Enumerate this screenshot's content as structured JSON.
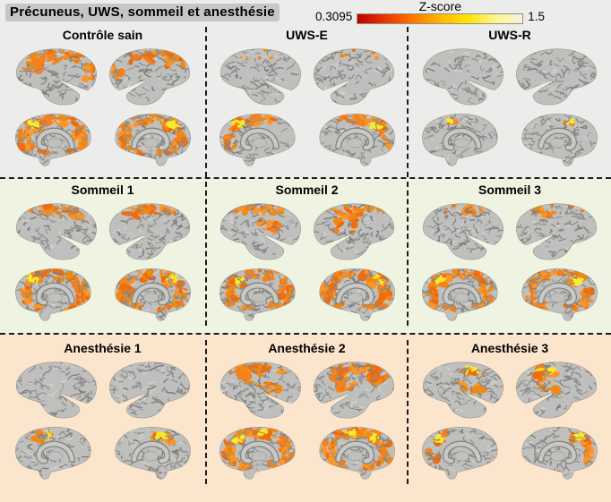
{
  "title": "Précuneus, UWS, sommeil et anesthésie",
  "colorbar": {
    "label": "Z-score",
    "min": "0.3095",
    "max": "1.5",
    "gradient": [
      "#c00000",
      "#e93500",
      "#ff7300",
      "#ffb600",
      "#ffe400",
      "#fdf48a",
      "#f6f3e2"
    ]
  },
  "palette": {
    "row1_bg": "#ececea",
    "row2_bg": "#eff3e1",
    "row3_bg": "#fbe5cd",
    "dash": "#1c1c1c",
    "title_highlight": "#c6c6c6",
    "brain_base": "#bfbfbd",
    "brain_sulci": "#84848a",
    "activation_orange": "#f5811c",
    "activation_deep": "#ee6d0e",
    "activation_yellow": "#f8ec2e"
  },
  "grid": {
    "rows": [
      {
        "bg": "#ececea",
        "panels": [
          {
            "label": "Contrôle sain",
            "lateral": [
              [
                "frontal",
                1
              ],
              [
                "frontal_sup",
                1
              ],
              [
                "parietal",
                1
              ],
              [
                "occipital",
                1
              ],
              [
                "scatter",
                2
              ]
            ],
            "medial": [
              [
                "widespread",
                1
              ],
              [
                "precuneus",
                2
              ],
              [
                "anterior",
                1
              ],
              [
                "occipital",
                1
              ]
            ]
          },
          {
            "label": "UWS-E",
            "lateral": [
              [
                "scatter",
                1
              ]
            ],
            "medial": [
              [
                "superior",
                1
              ],
              [
                "precuneus",
                2
              ],
              [
                "occipital",
                1
              ]
            ]
          },
          {
            "label": "UWS-R",
            "lateral": [],
            "medial": [
              [
                "focal_superior",
                2
              ]
            ]
          }
        ]
      },
      {
        "bg": "#eff3e1",
        "panels": [
          {
            "label": "Sommeil 1",
            "lateral": [
              [
                "frontal_sup",
                1
              ],
              [
                "parietal",
                1
              ],
              [
                "scatter",
                1
              ]
            ],
            "medial": [
              [
                "widespread",
                1
              ],
              [
                "precuneus",
                2
              ],
              [
                "anterior",
                1
              ]
            ]
          },
          {
            "label": "Sommeil 2",
            "lateral": [
              [
                "supramarginal",
                1
              ],
              [
                "parietal",
                1
              ],
              [
                "frontal_sup",
                1
              ],
              [
                "scatter",
                1
              ]
            ],
            "medial": [
              [
                "widespread",
                1
              ],
              [
                "precuneus",
                2
              ],
              [
                "anterior",
                1
              ],
              [
                "occipital",
                1
              ]
            ]
          },
          {
            "label": "Sommeil 3",
            "lateral": [
              [
                "parietal",
                1
              ],
              [
                "scatter",
                1
              ]
            ],
            "medial": [
              [
                "widespread",
                1
              ],
              [
                "precuneus",
                2
              ],
              [
                "occipital",
                1
              ]
            ]
          }
        ]
      },
      {
        "bg": "#fbe5cd",
        "panels": [
          {
            "label": "Anesthésie 1",
            "lateral": [],
            "medial": [
              [
                "paracentral",
                2
              ]
            ]
          },
          {
            "label": "Anesthésie 2",
            "lateral": [
              [
                "frontal",
                1
              ],
              [
                "frontal_sup",
                1
              ],
              [
                "parietal",
                1
              ],
              [
                "supramarginal",
                1
              ],
              [
                "scatter",
                2
              ]
            ],
            "medial": [
              [
                "widespread",
                1
              ],
              [
                "superior",
                2
              ],
              [
                "precuneus",
                2
              ],
              [
                "anterior",
                1
              ],
              [
                "occipital",
                1
              ]
            ]
          },
          {
            "label": "Anesthésie 3",
            "lateral": [
              [
                "parietal",
                2
              ],
              [
                "supramarginal",
                1
              ]
            ],
            "medial": [
              [
                "precuneus",
                2
              ],
              [
                "occipital",
                1
              ]
            ]
          }
        ]
      }
    ]
  }
}
